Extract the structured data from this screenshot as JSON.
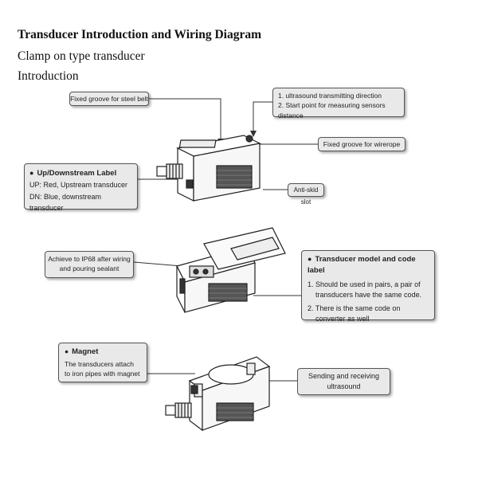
{
  "header": {
    "title": "Transducer Introduction and Wiring Diagram",
    "subtitle": "Clamp on type transducer",
    "section": "Introduction"
  },
  "callouts": {
    "steel_belt": "Fixed groove for steel belt",
    "direction_1": "1. ultrasound transmitting direction",
    "direction_2": "2. Start point for measuring sensors distance",
    "wirerope": "Fixed groove for wirerope",
    "updown_title": "Up/Downstream Label",
    "updown_up": "UP: Red, Upstream transducer",
    "updown_dn": "DN: Blue, downstream transducer",
    "antiskid": "Anti-skid slot",
    "ip68_line1": "Achieve to IP68 after wiring",
    "ip68_line2": "and pouring sealant",
    "model_title": "Transducer model and code label",
    "model_1": "1. Should be used in pairs, a pair of transducers have the same code.",
    "model_2": "2. There is the same code on converter as well",
    "magnet_title": "Magnet",
    "magnet_text": "The transducers attach to iron pipes with magnet",
    "sending_line1": "Sending and receiving",
    "sending_line2": "ultrasound"
  },
  "colors": {
    "box_fill": "#e9e9e9",
    "line": "#333333",
    "device_stroke": "#222222"
  }
}
